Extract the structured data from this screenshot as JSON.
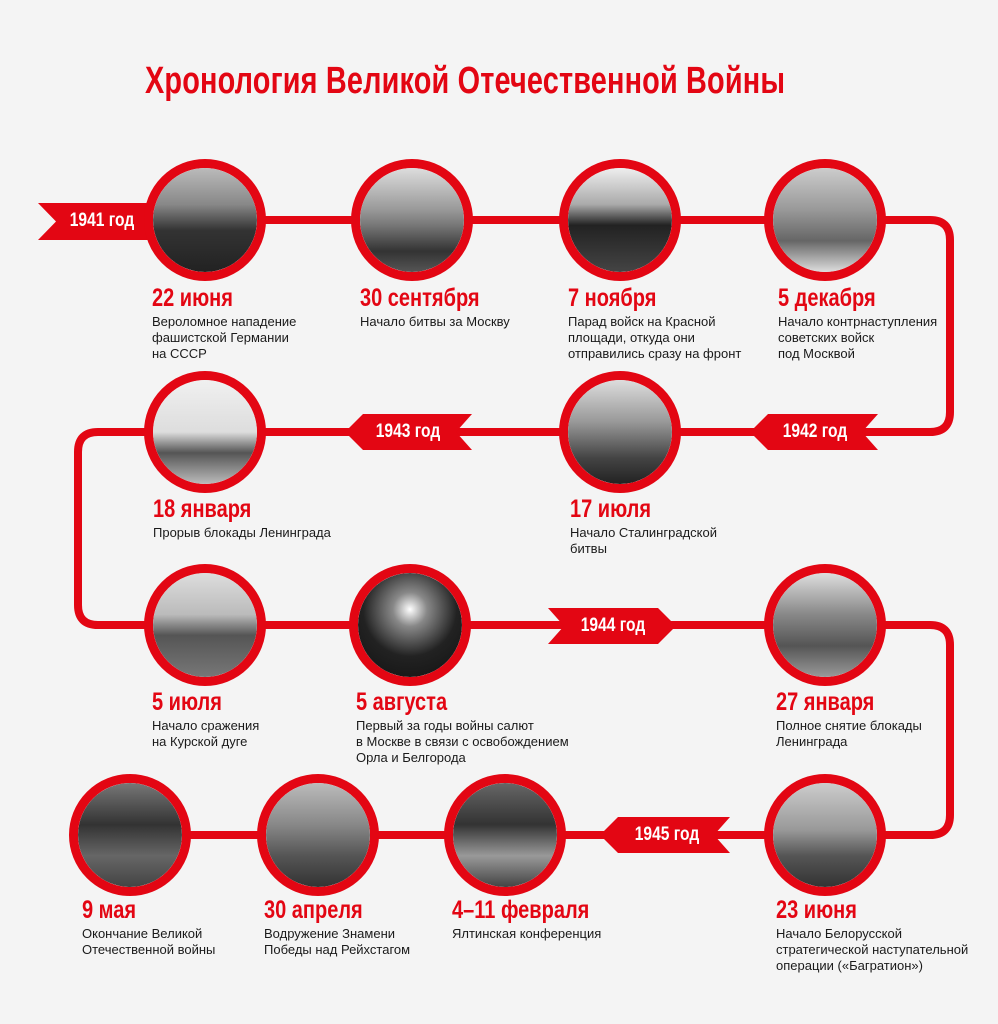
{
  "title": "Хронология Великой Отечественной Войны",
  "colors": {
    "accent": "#e30613",
    "background": "#f4f4f4"
  },
  "years": [
    "1941 год",
    "1942 год",
    "1943 год",
    "1944 год",
    "1945 год"
  ],
  "events": [
    {
      "date": "22 июня",
      "text": "Вероломное нападение\nфашистской Германии\nна СССР"
    },
    {
      "date": "30 сентября",
      "text": "Начало битвы за Москву"
    },
    {
      "date": "7 ноября",
      "text": "Парад войск на Красной\nплощади, откуда они\nотправились сразу на фронт"
    },
    {
      "date": "5 декабря",
      "text": "Начало контрнаступления\nсоветских войск\nпод Москвой"
    },
    {
      "date": "17 июля",
      "text": "Начало Сталинградской\nбитвы"
    },
    {
      "date": "18 января",
      "text": "Прорыв блокады Ленинграда"
    },
    {
      "date": "5 июля",
      "text": "Начало сражения\nна Курской дуге"
    },
    {
      "date": "5 августа",
      "text": "Первый за годы войны салют\nв Москве в связи с освобождением\nОрла и Белгорода"
    },
    {
      "date": "27 января",
      "text": "Полное снятие блокады\nЛенинграда"
    },
    {
      "date": "23 июня",
      "text": "Начало Белорусской\nстратегической наступательной\nоперации («Багратион»)"
    },
    {
      "date": "4–11 февраля",
      "text": "Ялтинская конференция"
    },
    {
      "date": "30 апреля",
      "text": "Водружение Знамени\nПобеды над Рейхстагом"
    },
    {
      "date": "9 мая",
      "text": "Окончание Великой\nОтечественной войны"
    }
  ]
}
